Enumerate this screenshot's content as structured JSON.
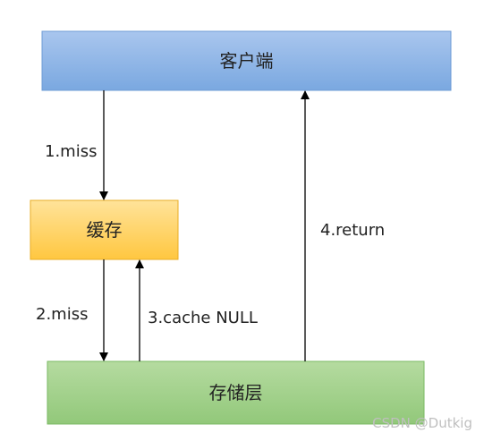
{
  "nodes": {
    "client": {
      "label": "客户端",
      "fill_top": "#a9c6ee",
      "fill_bottom": "#7aa8e0",
      "stroke": "#6f9cd6"
    },
    "cache": {
      "label": "缓存",
      "fill_top": "#ffe39a",
      "fill_bottom": "#ffc740",
      "stroke": "#e8ad24"
    },
    "storage": {
      "label": "存储层",
      "fill_top": "#b5dba0",
      "fill_bottom": "#92c87a",
      "stroke": "#7ab963"
    }
  },
  "edges": {
    "miss1": {
      "label": "1.miss",
      "from": "client",
      "to": "cache"
    },
    "miss2": {
      "label": "2.miss",
      "from": "cache",
      "to": "storage"
    },
    "cache_null": {
      "label": "3.cache NULL",
      "from": "storage",
      "to": "cache"
    },
    "return": {
      "label": "4.return",
      "from": "storage",
      "to": "client"
    }
  },
  "arrow_color": "#000000",
  "watermark": "CSDN @Dutkig"
}
